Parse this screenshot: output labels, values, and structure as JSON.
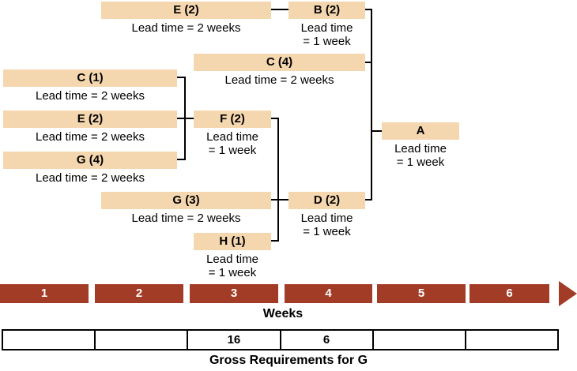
{
  "nodes": [
    {
      "label": "E (2)",
      "lead1": "Lead time = 2 weeks",
      "lead2": ""
    },
    {
      "label": "B (2)",
      "lead1": "Lead time",
      "lead2": "= 1 week"
    },
    {
      "label": "C (4)",
      "lead1": "Lead time = 2 weeks",
      "lead2": ""
    },
    {
      "label": "C (1)",
      "lead1": "Lead time = 2 weeks",
      "lead2": ""
    },
    {
      "label": "E (2)",
      "lead1": "Lead time = 2 weeks",
      "lead2": ""
    },
    {
      "label": "G (4)",
      "lead1": "Lead time = 2 weeks",
      "lead2": ""
    },
    {
      "label": "F (2)",
      "lead1": "Lead time",
      "lead2": "= 1 week"
    },
    {
      "label": "G (3)",
      "lead1": "Lead time = 2 weeks",
      "lead2": ""
    },
    {
      "label": "H (1)",
      "lead1": "Lead time",
      "lead2": "= 1 week"
    },
    {
      "label": "D (2)",
      "lead1": "Lead time",
      "lead2": "= 1 week"
    },
    {
      "label": "A",
      "lead1": "Lead time",
      "lead2": "= 1 week"
    }
  ],
  "timeline": {
    "weeks": [
      "1",
      "2",
      "3",
      "4",
      "5",
      "6"
    ],
    "label": "Weeks"
  },
  "gross_requirements": {
    "cells": [
      "",
      "",
      "16",
      "6",
      "",
      ""
    ],
    "caption": "Gross Requirements for G"
  },
  "colors": {
    "bar_fill": "#F5D7AF",
    "week_fill": "#A23C26",
    "line": "#000000",
    "text": "#000000",
    "background": "#FFFFFF"
  }
}
